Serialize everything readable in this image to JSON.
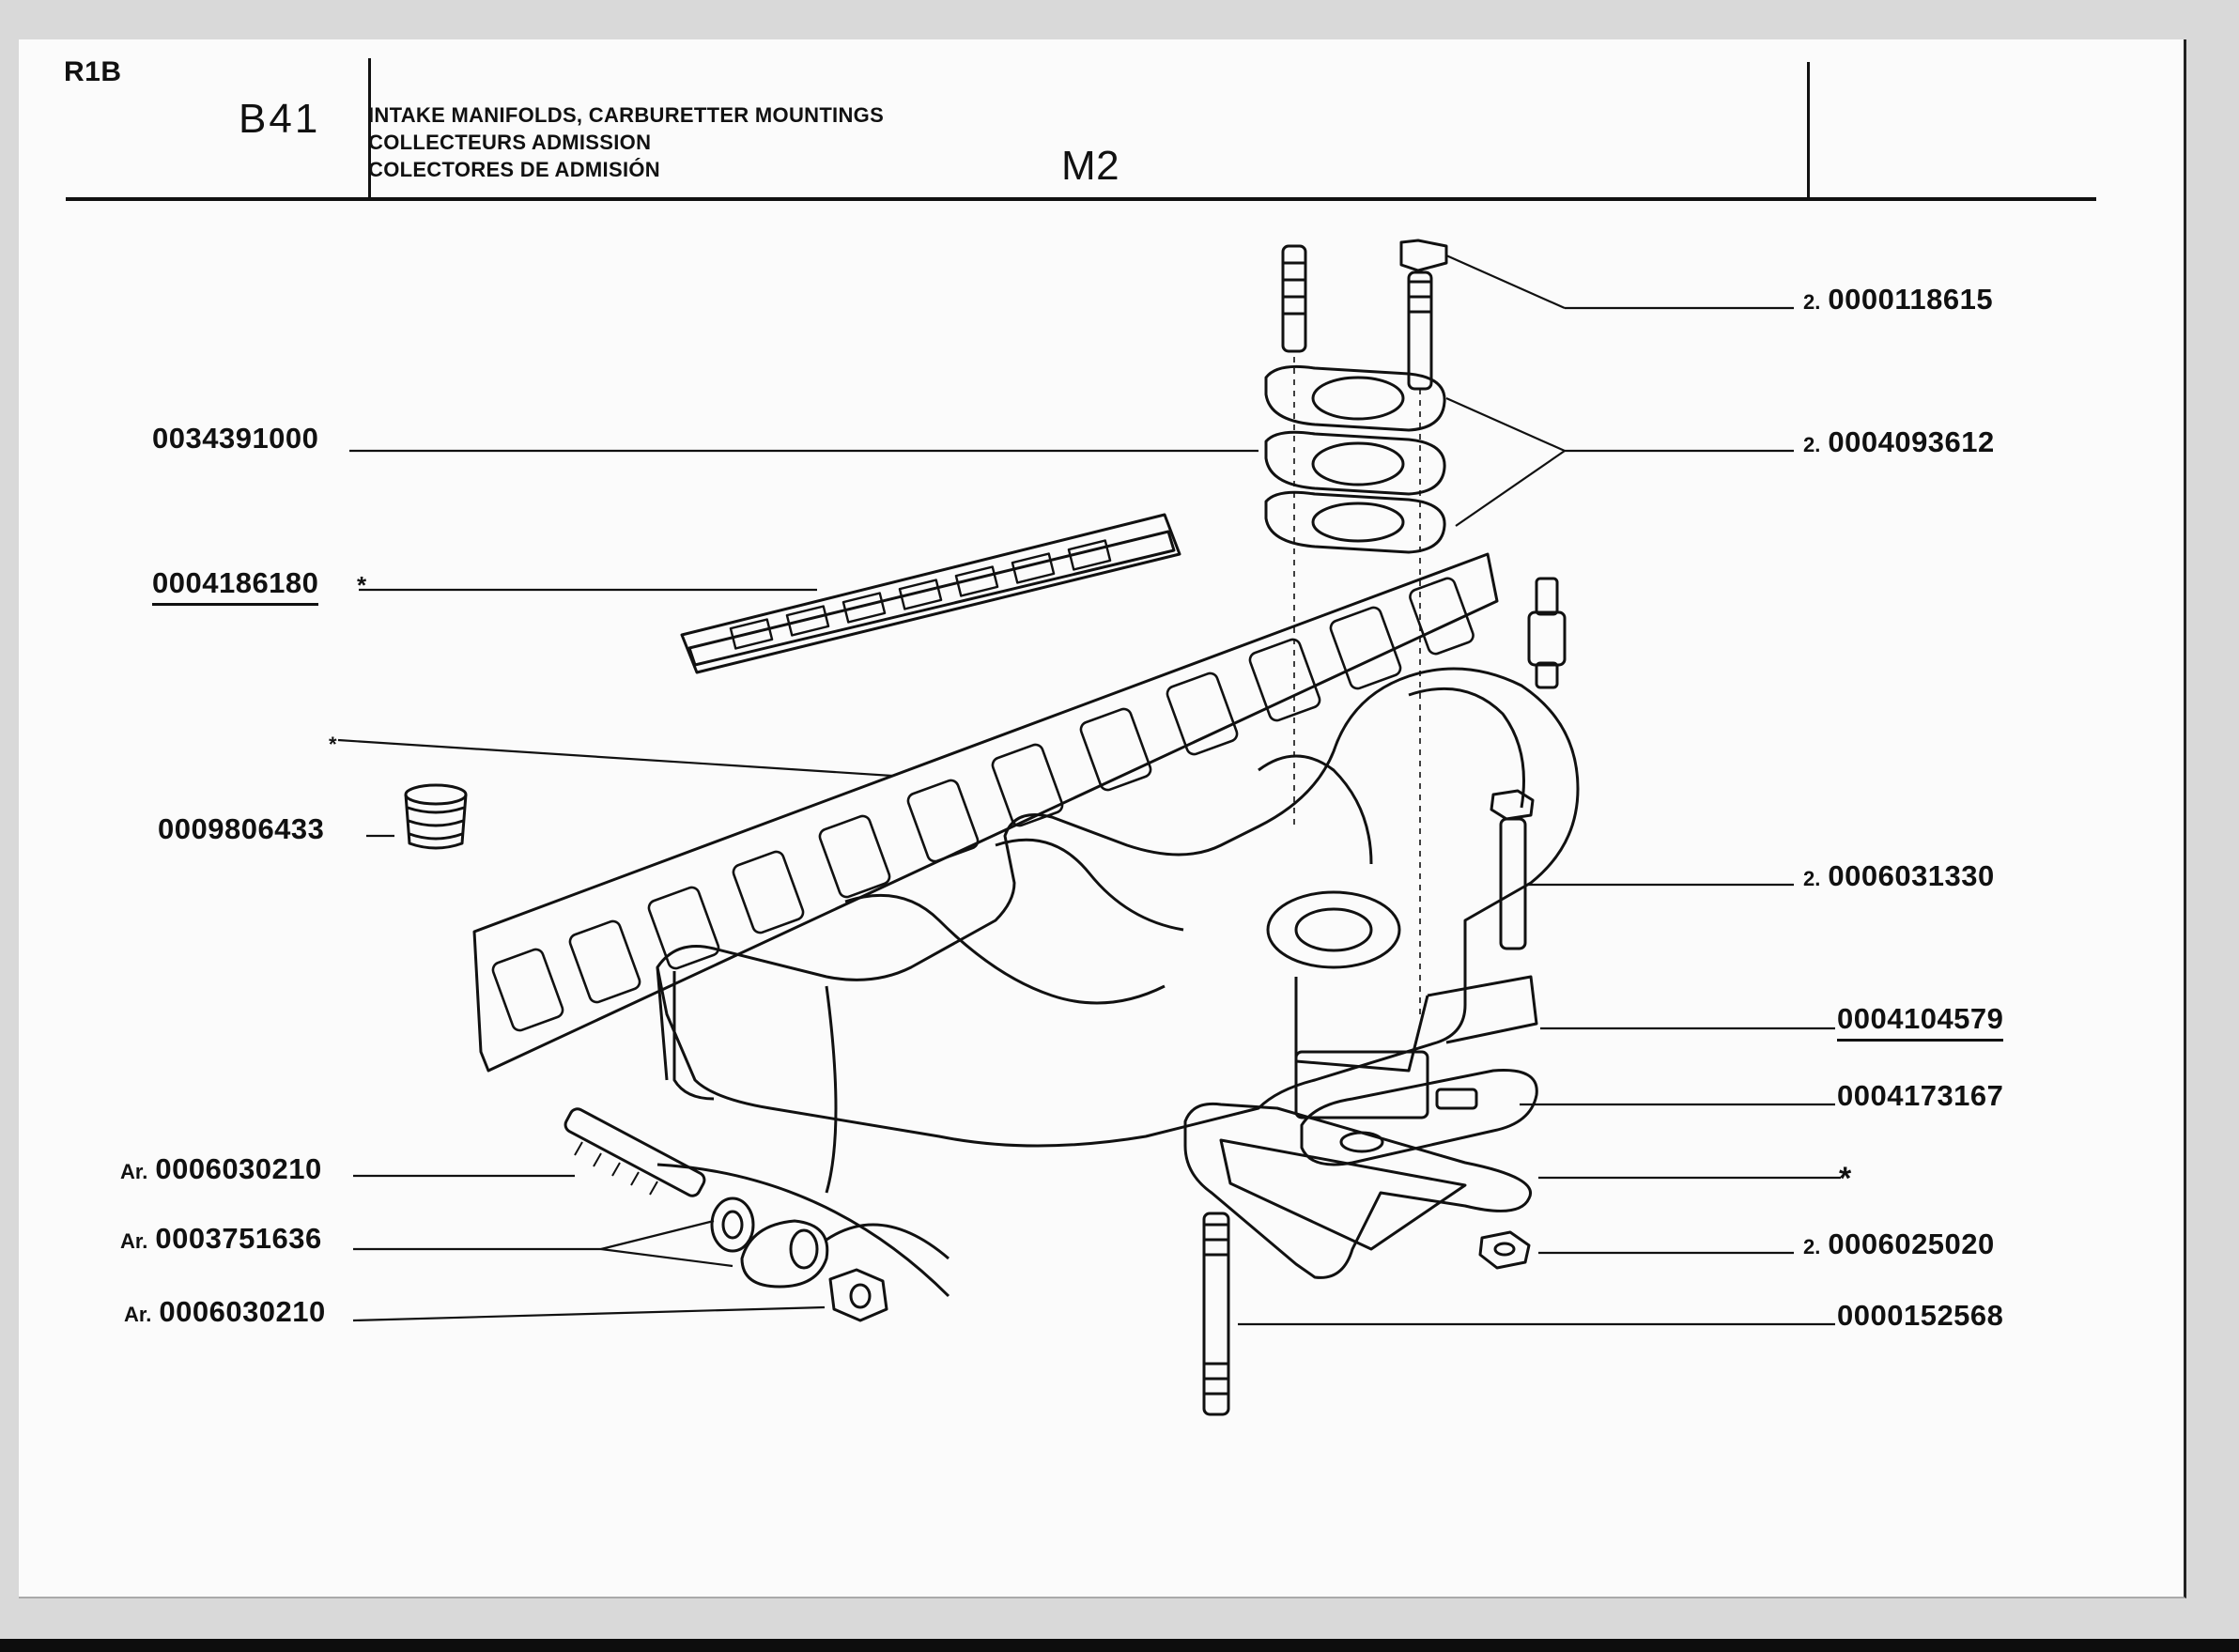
{
  "header": {
    "model_code": "R1B",
    "group_code": "B41",
    "section_code": "M2",
    "title_en": "INTAKE MANIFOLDS, CARBURETTER MOUNTINGS",
    "title_fr": "COLLECTEURS ADMISSION",
    "title_es": "COLECTORES DE ADMISIÓN"
  },
  "left_labels": [
    {
      "prefix": "",
      "part_no": "0034391000"
    },
    {
      "prefix": "",
      "part_no": "0004186180",
      "suffix": "*"
    },
    {
      "prefix": "",
      "part_no": "*"
    },
    {
      "prefix": "",
      "part_no": "0009806433"
    },
    {
      "prefix": "Ar.",
      "part_no": "0006030210"
    },
    {
      "prefix": "Ar.",
      "part_no": "0003751636"
    },
    {
      "prefix": "Ar.",
      "part_no": "0006030210"
    }
  ],
  "right_labels": [
    {
      "qty": "2.",
      "part_no": "0000118615"
    },
    {
      "qty": "2.",
      "part_no": "0004093612"
    },
    {
      "qty": "2.",
      "part_no": "0006031330"
    },
    {
      "qty": "",
      "part_no": "0004104579"
    },
    {
      "qty": "",
      "part_no": "0004173167"
    },
    {
      "qty": "",
      "part_no": "*"
    },
    {
      "qty": "2.",
      "part_no": "0006025020"
    },
    {
      "qty": "",
      "part_no": "0000152568"
    }
  ]
}
